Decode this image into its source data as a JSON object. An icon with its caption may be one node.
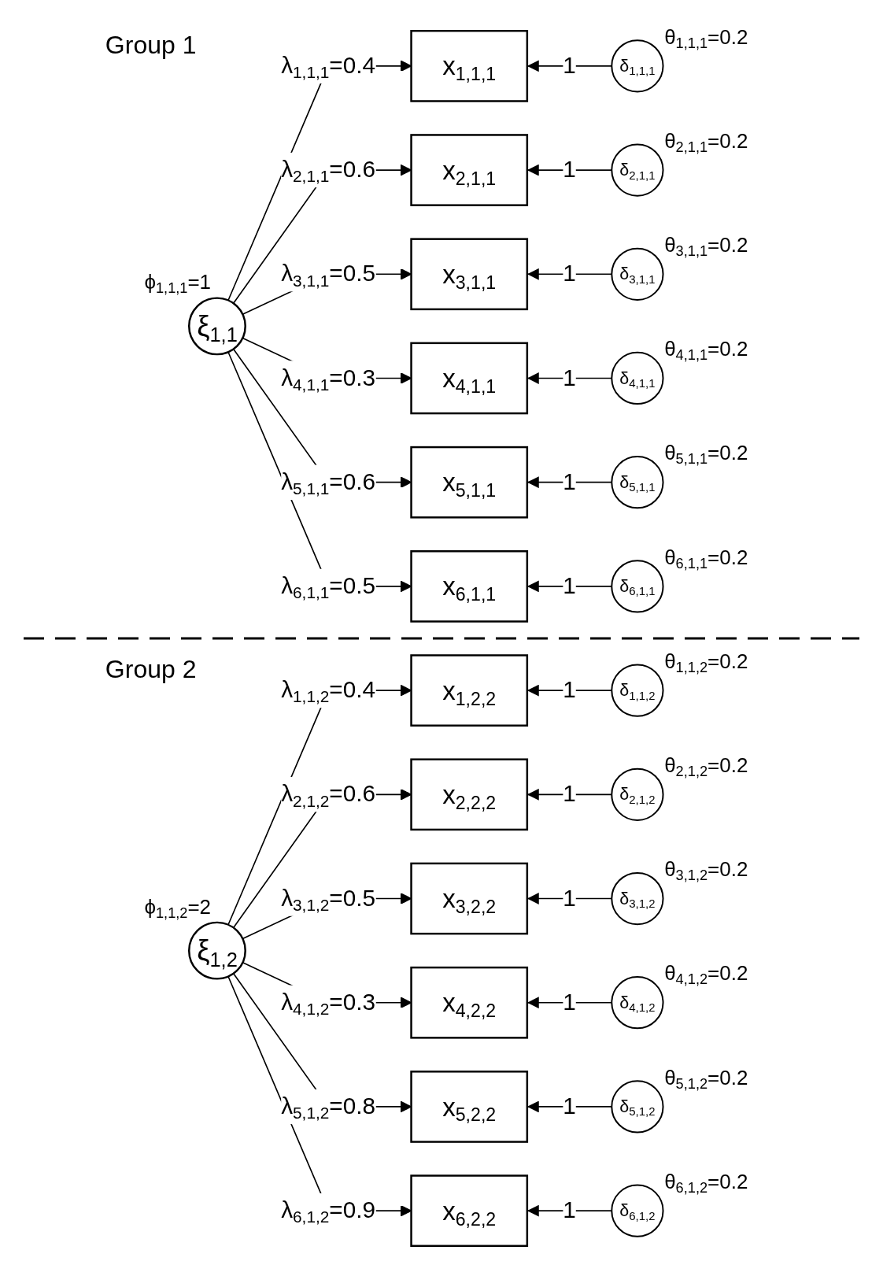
{
  "diagram": {
    "nodes": [
      {
        "text": [
          "ξ$_{1,1}$"
        ],
        "beside": [
          "ϕ$_{1,1,1}$=1"
        ]
      },
      {
        "text": [
          "x$_{1,1,1}$"
        ]
      },
      {
        "text": [
          "δ$_{1,1,1}$"
        ],
        "beside": [
          "θ$_{1,1,1}$=0.2"
        ]
      },
      {
        "text": [
          "x$_{2,1,1}$"
        ]
      },
      {
        "text": [
          "δ$_{2,1,1}$"
        ],
        "beside": [
          "θ$_{2,1,1}$=0.2"
        ]
      },
      {
        "text": [
          "x$_{3,1,1}$"
        ]
      },
      {
        "text": [
          "δ$_{3,1,1}$"
        ],
        "beside": [
          "θ$_{3,1,1}$=0.2"
        ]
      },
      {
        "text": [
          "x$_{4,1,1}$"
        ]
      },
      {
        "text": [
          "δ$_{4,1,1}$"
        ],
        "beside": [
          "θ$_{4,1,1}$=0.2"
        ]
      },
      {
        "text": [
          "x$_{5,1,1}$"
        ]
      },
      {
        "text": [
          "δ$_{5,1,1}$"
        ],
        "beside": [
          "θ$_{5,1,1}$=0.2"
        ]
      },
      {
        "text": [
          "x$_{6,1,1}$"
        ]
      },
      {
        "text": [
          "δ$_{6,1,1}$"
        ],
        "beside": [
          "θ$_{6,1,1}$=0.2"
        ]
      },
      {
        "text": [
          "ξ$_{1,2}$"
        ],
        "beside": [
          "ϕ$_{1,1,2}$=2"
        ]
      },
      {
        "text": [
          "x$_{1,2,2}$"
        ]
      },
      {
        "text": [
          "δ$_{1,1,2}$"
        ],
        "beside": [
          "θ$_{1,1,2}$=0.2"
        ]
      },
      {
        "text": [
          "x$_{2,2,2}$"
        ]
      },
      {
        "text": [
          "δ$_{2,1,2}$"
        ],
        "beside": [
          "θ$_{2,1,2}$=0.2"
        ]
      },
      {
        "text": [
          "x$_{3,2,2}$"
        ]
      },
      {
        "text": [
          "δ$_{3,1,2}$"
        ],
        "beside": [
          "θ$_{3,1,2}$=0.2"
        ]
      },
      {
        "text": [
          "x$_{4,2,2}$"
        ]
      },
      {
        "text": [
          "δ$_{4,1,2}$"
        ],
        "beside": [
          "θ$_{4,1,2}$=0.2"
        ]
      },
      {
        "text": [
          "x$_{5,2,2}$"
        ]
      },
      {
        "text": [
          "δ$_{5,1,2}$"
        ],
        "beside": [
          "θ$_{5,1,2}$=0.2"
        ]
      },
      {
        "text": [
          "x$_{6,2,2}$"
        ]
      },
      {
        "text": [
          "δ$_{6,1,2}$"
        ],
        "beside": [
          "θ$_{6,1,2}$=0.2"
        ]
      }
    ],
    "edges": [
      {
        "from": 0,
        "to": 1,
        "arrow": "to",
        "label": "λ$_{1,1,1}$=0.4"
      },
      {
        "from": 2,
        "to": 1,
        "arrow": "to",
        "label": "1"
      },
      {
        "from": 0,
        "to": 3,
        "arrow": "to",
        "label": "λ$_{2,1,1}$=0.6"
      },
      {
        "from": 4,
        "to": 3,
        "arrow": "to",
        "label": "1"
      },
      {
        "from": 0,
        "to": 5,
        "arrow": "to",
        "label": "λ$_{3,1,1}$=0.5"
      },
      {
        "from": 6,
        "to": 5,
        "arrow": "to",
        "label": "1"
      },
      {
        "from": 0,
        "to": 7,
        "arrow": "to",
        "label": "λ$_{4,1,1}$=0.3"
      },
      {
        "from": 8,
        "to": 7,
        "arrow": "to",
        "label": "1"
      },
      {
        "from": 0,
        "to": 9,
        "arrow": "to",
        "label": "λ$_{5,1,1}$=0.6"
      },
      {
        "from": 10,
        "to": 9,
        "arrow": "to",
        "label": "1"
      },
      {
        "from": 0,
        "to": 11,
        "arrow": "to",
        "label": "λ$_{6,1,1}$=0.5"
      },
      {
        "from": 12,
        "to": 11,
        "arrow": "to",
        "label": "1"
      },
      {
        "from": 13,
        "to": 14,
        "arrow": "to",
        "label": "λ$_{1,1,2}$=0.4"
      },
      {
        "from": 15,
        "to": 14,
        "arrow": "to",
        "label": "1"
      },
      {
        "from": 13,
        "to": 16,
        "arrow": "to",
        "label": "λ$_{2,1,2}$=0.6"
      },
      {
        "from": 17,
        "to": 16,
        "arrow": "to",
        "label": "1"
      },
      {
        "from": 13,
        "to": 18,
        "arrow": "to",
        "label": "λ$_{3,1,2}$=0.5"
      },
      {
        "from": 19,
        "to": 18,
        "arrow": "to",
        "label": "1"
      },
      {
        "from": 13,
        "to": 20,
        "arrow": "to",
        "label": "λ$_{4,1,2}$=0.3"
      },
      {
        "from": 21,
        "to": 20,
        "arrow": "to",
        "label": "1"
      },
      {
        "from": 13,
        "to": 22,
        "arrow": "to",
        "label": "λ$_{5,1,2}$=0.8"
      },
      {
        "from": 23,
        "to": 22,
        "arrow": "to",
        "label": "1"
      },
      {
        "from": 13,
        "to": 24,
        "arrow": "to",
        "label": "λ$_{6,1,2}$=0.9"
      },
      {
        "from": 25,
        "to": 24,
        "arrow": "to",
        "label": "1"
      }
    ],
    "labels": [
      "Group 1",
      "Group 2"
    ]
  }
}
